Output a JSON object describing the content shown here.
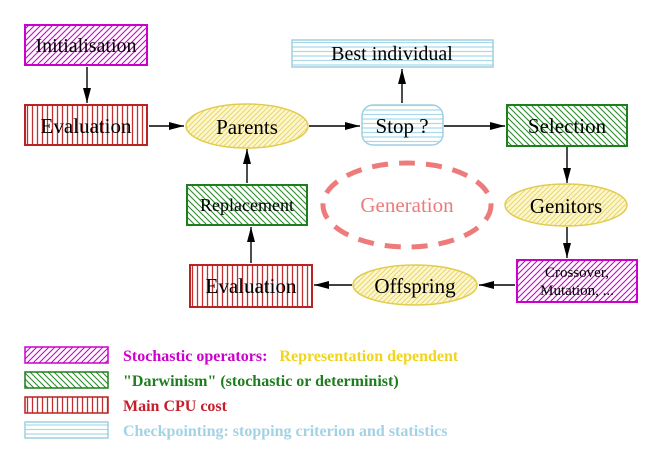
{
  "diagram": {
    "title_hint": "Evolutionary algorithm generation loop",
    "nodes": {
      "initialisation": {
        "label": "Initialisation",
        "style": "stochastic-operator"
      },
      "best_individual": {
        "label": "Best individual",
        "style": "checkpointing"
      },
      "evaluation_top": {
        "label": "Evaluation",
        "style": "main-cpu-cost"
      },
      "parents": {
        "label": "Parents",
        "style": "population"
      },
      "stop": {
        "label": "Stop ?",
        "style": "checkpointing"
      },
      "selection": {
        "label": "Selection",
        "style": "darwinism"
      },
      "replacement": {
        "label": "Replacement",
        "style": "darwinism"
      },
      "generation": {
        "label": "Generation",
        "style": "dashed-loop"
      },
      "genitors": {
        "label": "Genitors",
        "style": "population"
      },
      "evaluation_bottom": {
        "label": "Evaluation",
        "style": "main-cpu-cost"
      },
      "offspring": {
        "label": "Offspring",
        "style": "population"
      },
      "crossover": {
        "label_line1": "Crossover,",
        "label_line2": "Mutation, ...",
        "style": "stochastic-operator"
      }
    },
    "edges": [
      {
        "from": "initialisation",
        "to": "evaluation_top"
      },
      {
        "from": "evaluation_top",
        "to": "parents"
      },
      {
        "from": "parents",
        "to": "stop"
      },
      {
        "from": "stop",
        "to": "best_individual"
      },
      {
        "from": "stop",
        "to": "selection"
      },
      {
        "from": "selection",
        "to": "genitors"
      },
      {
        "from": "genitors",
        "to": "crossover"
      },
      {
        "from": "crossover",
        "to": "offspring"
      },
      {
        "from": "offspring",
        "to": "evaluation_bottom"
      },
      {
        "from": "evaluation_bottom",
        "to": "replacement"
      },
      {
        "from": "replacement",
        "to": "parents"
      }
    ]
  },
  "legend": {
    "items": [
      {
        "swatch": "magenta-diagonal-hatch",
        "label": "Stochastic operators:",
        "label2": "Representation dependent"
      },
      {
        "swatch": "green-diagonal-hatch",
        "label": "\"Darwinism\" (stochastic or determinist)",
        "label2": ""
      },
      {
        "swatch": "red-vertical-stripes",
        "label": "Main CPU cost",
        "label2": ""
      },
      {
        "swatch": "blue-horizontal-lines",
        "label": "Checkpointing: stopping criterion and statistics",
        "label2": ""
      }
    ]
  },
  "colors": {
    "magenta": "#cc00cc",
    "gold": "#f0d41e",
    "green": "#1e7d1e",
    "red": "#c41f2a",
    "light_blue": "#a2d2e6",
    "salmon": "#ee7b7b",
    "yellow_border": "#e2cc50",
    "yellow_fill": "#fdf7d0",
    "black": "#000000",
    "background": "#ffffff"
  }
}
